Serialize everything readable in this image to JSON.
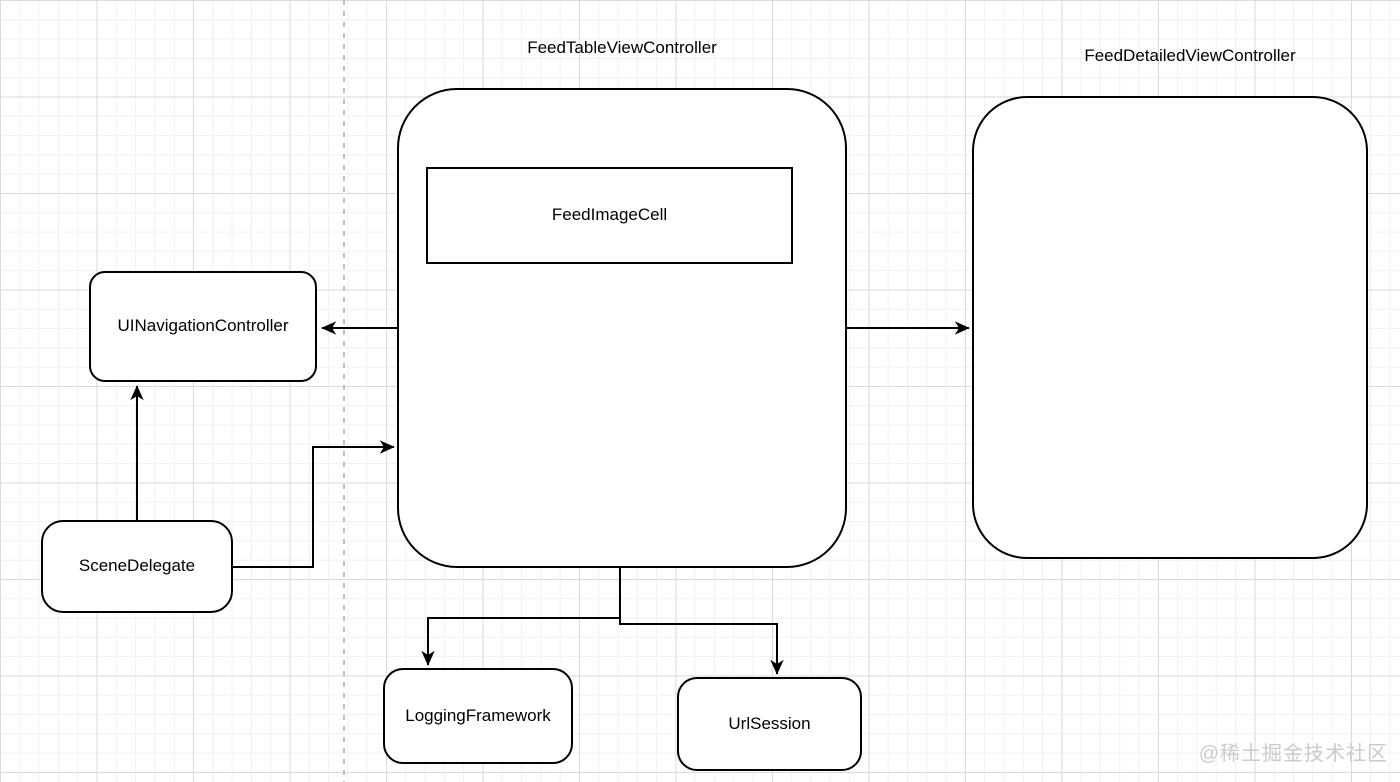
{
  "watermark": "@稀土掘金技术社区",
  "nodes": {
    "feed_table": {
      "label": "FeedTableViewController"
    },
    "feed_detailed": {
      "label": "FeedDetailedViewController"
    },
    "feed_image_cell": {
      "label": "FeedImageCell"
    },
    "ui_navigation": {
      "label": "UINavigationController"
    },
    "scene_delegate": {
      "label": "SceneDelegate"
    },
    "logging_framework": {
      "label": "LoggingFramework"
    },
    "url_session": {
      "label": "UrlSession"
    }
  },
  "edges": [
    {
      "from": "FeedTableViewController",
      "to": "UINavigationController"
    },
    {
      "from": "FeedTableViewController",
      "to": "FeedDetailedViewController"
    },
    {
      "from": "SceneDelegate",
      "to": "UINavigationController"
    },
    {
      "from": "SceneDelegate",
      "to": "FeedTableViewController"
    },
    {
      "from": "FeedTableViewController",
      "to": "LoggingFramework"
    },
    {
      "from": "FeedTableViewController",
      "to": "UrlSession"
    }
  ],
  "colors": {
    "stroke": "#000000",
    "grid_minor": "#f1f1f1",
    "grid_major": "#dadada",
    "dashed_guide": "#b0b0b0",
    "watermark": "#cbcbcb"
  }
}
